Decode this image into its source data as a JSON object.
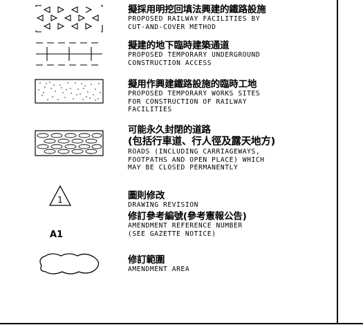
{
  "legend": {
    "items": [
      {
        "zh": "擬採用明挖回填法興建的鐵路設施",
        "en": [
          "PROPOSED RAILWAY FACILITIES BY",
          "CUT-AND-COVER METHOD"
        ],
        "symbol": "triangle-hatch"
      },
      {
        "zh": "擬建的地下臨時建築通道",
        "en": [
          "PROPOSED TEMPORARY UNDERGROUND",
          "CONSTRUCTION ACCESS"
        ],
        "symbol": "cross-dashed"
      },
      {
        "zh": "擬用作興建鐵路設施的臨時工地",
        "en": [
          "PROPOSED TEMPORARY WORKS SITES",
          "FOR CONSTRUCTION OF RAILWAY",
          "FACILITIES"
        ],
        "symbol": "stipple"
      },
      {
        "zh": [
          "可能永久封閉的道路",
          "(包括行車道、行人徑及露天地方)"
        ],
        "en": [
          "ROADS (INCLUDING CARRIAGEWAYS,",
          "FOOTPATHS AND OPEN PLACE) WHICH",
          "MAY BE CLOSED PERMANENTLY"
        ],
        "symbol": "ellipse-hatch"
      },
      {
        "zh": "圖則修改",
        "en": [
          "DRAWING REVISION"
        ],
        "symbol": "revision-triangle",
        "symbol_text": "1"
      },
      {
        "zh": "修訂參考編號(參考憲報公告)",
        "en": [
          "AMENDMENT REFERENCE NUMBER",
          "(SEE GAZETTE NOTICE)"
        ],
        "symbol_text": "A1"
      },
      {
        "zh": "修訂範圍",
        "en": [
          "AMENDMENT AREA"
        ],
        "symbol": "cloud"
      }
    ]
  }
}
